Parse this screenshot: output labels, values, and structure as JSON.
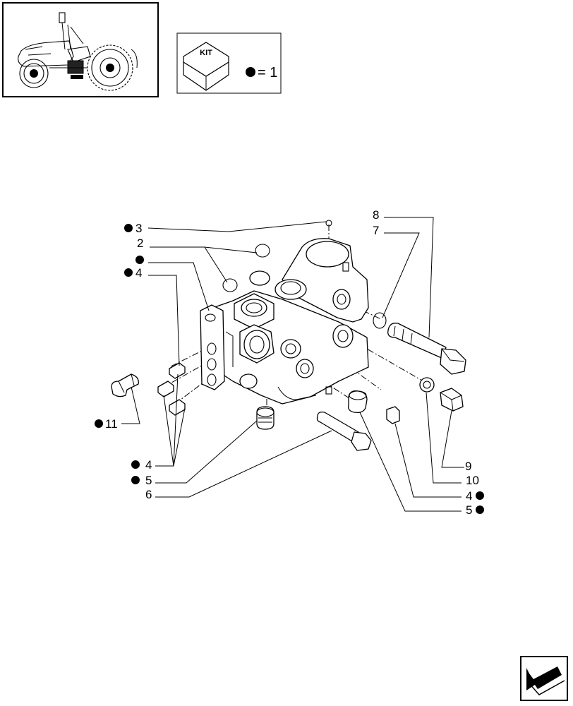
{
  "kit_legend": {
    "kit_label": "KIT",
    "equals_text": "= 1"
  },
  "callouts": {
    "c3": "3",
    "c2": "2",
    "c4a": "4",
    "c11": "11",
    "c4b": "4",
    "c5a": "5",
    "c6": "6",
    "c8": "8",
    "c7": "7",
    "c9": "9",
    "c10": "10",
    "c4c": "4",
    "c5b": "5"
  },
  "icons": {
    "vehicle_thumbnail": "tractor-icon",
    "kit_box": "kit-box-icon",
    "kit_marker": "filled-dot-icon",
    "nav_arrow": "next-page-arrow-icon"
  }
}
